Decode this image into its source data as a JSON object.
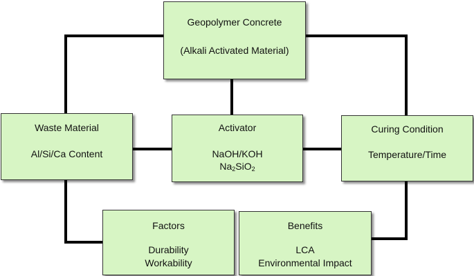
{
  "boxes": {
    "geopolymer": {
      "title": "Geopolymer Concrete",
      "subtitle": "(Alkali Activated Material)"
    },
    "waste": {
      "title": "Waste Material",
      "detail": "Al/Si/Ca Content"
    },
    "activator": {
      "title": "Activator",
      "detail_1": "NaOH/KOH",
      "formula": {
        "p1": "Na",
        "s1": "2",
        "p2": "SiO",
        "s2": "2"
      }
    },
    "curing": {
      "title": "Curing Condition",
      "detail": "Temperature/Time"
    },
    "factors": {
      "title": "Factors",
      "detail_1": "Durability",
      "detail_2": "Workability"
    },
    "benefits": {
      "title": "Benefits",
      "detail_1": "LCA",
      "detail_2": "Environmental Impact"
    }
  },
  "colors": {
    "box_fill": "#d7f5c4",
    "box_border": "#333333",
    "connector": "#000000"
  }
}
